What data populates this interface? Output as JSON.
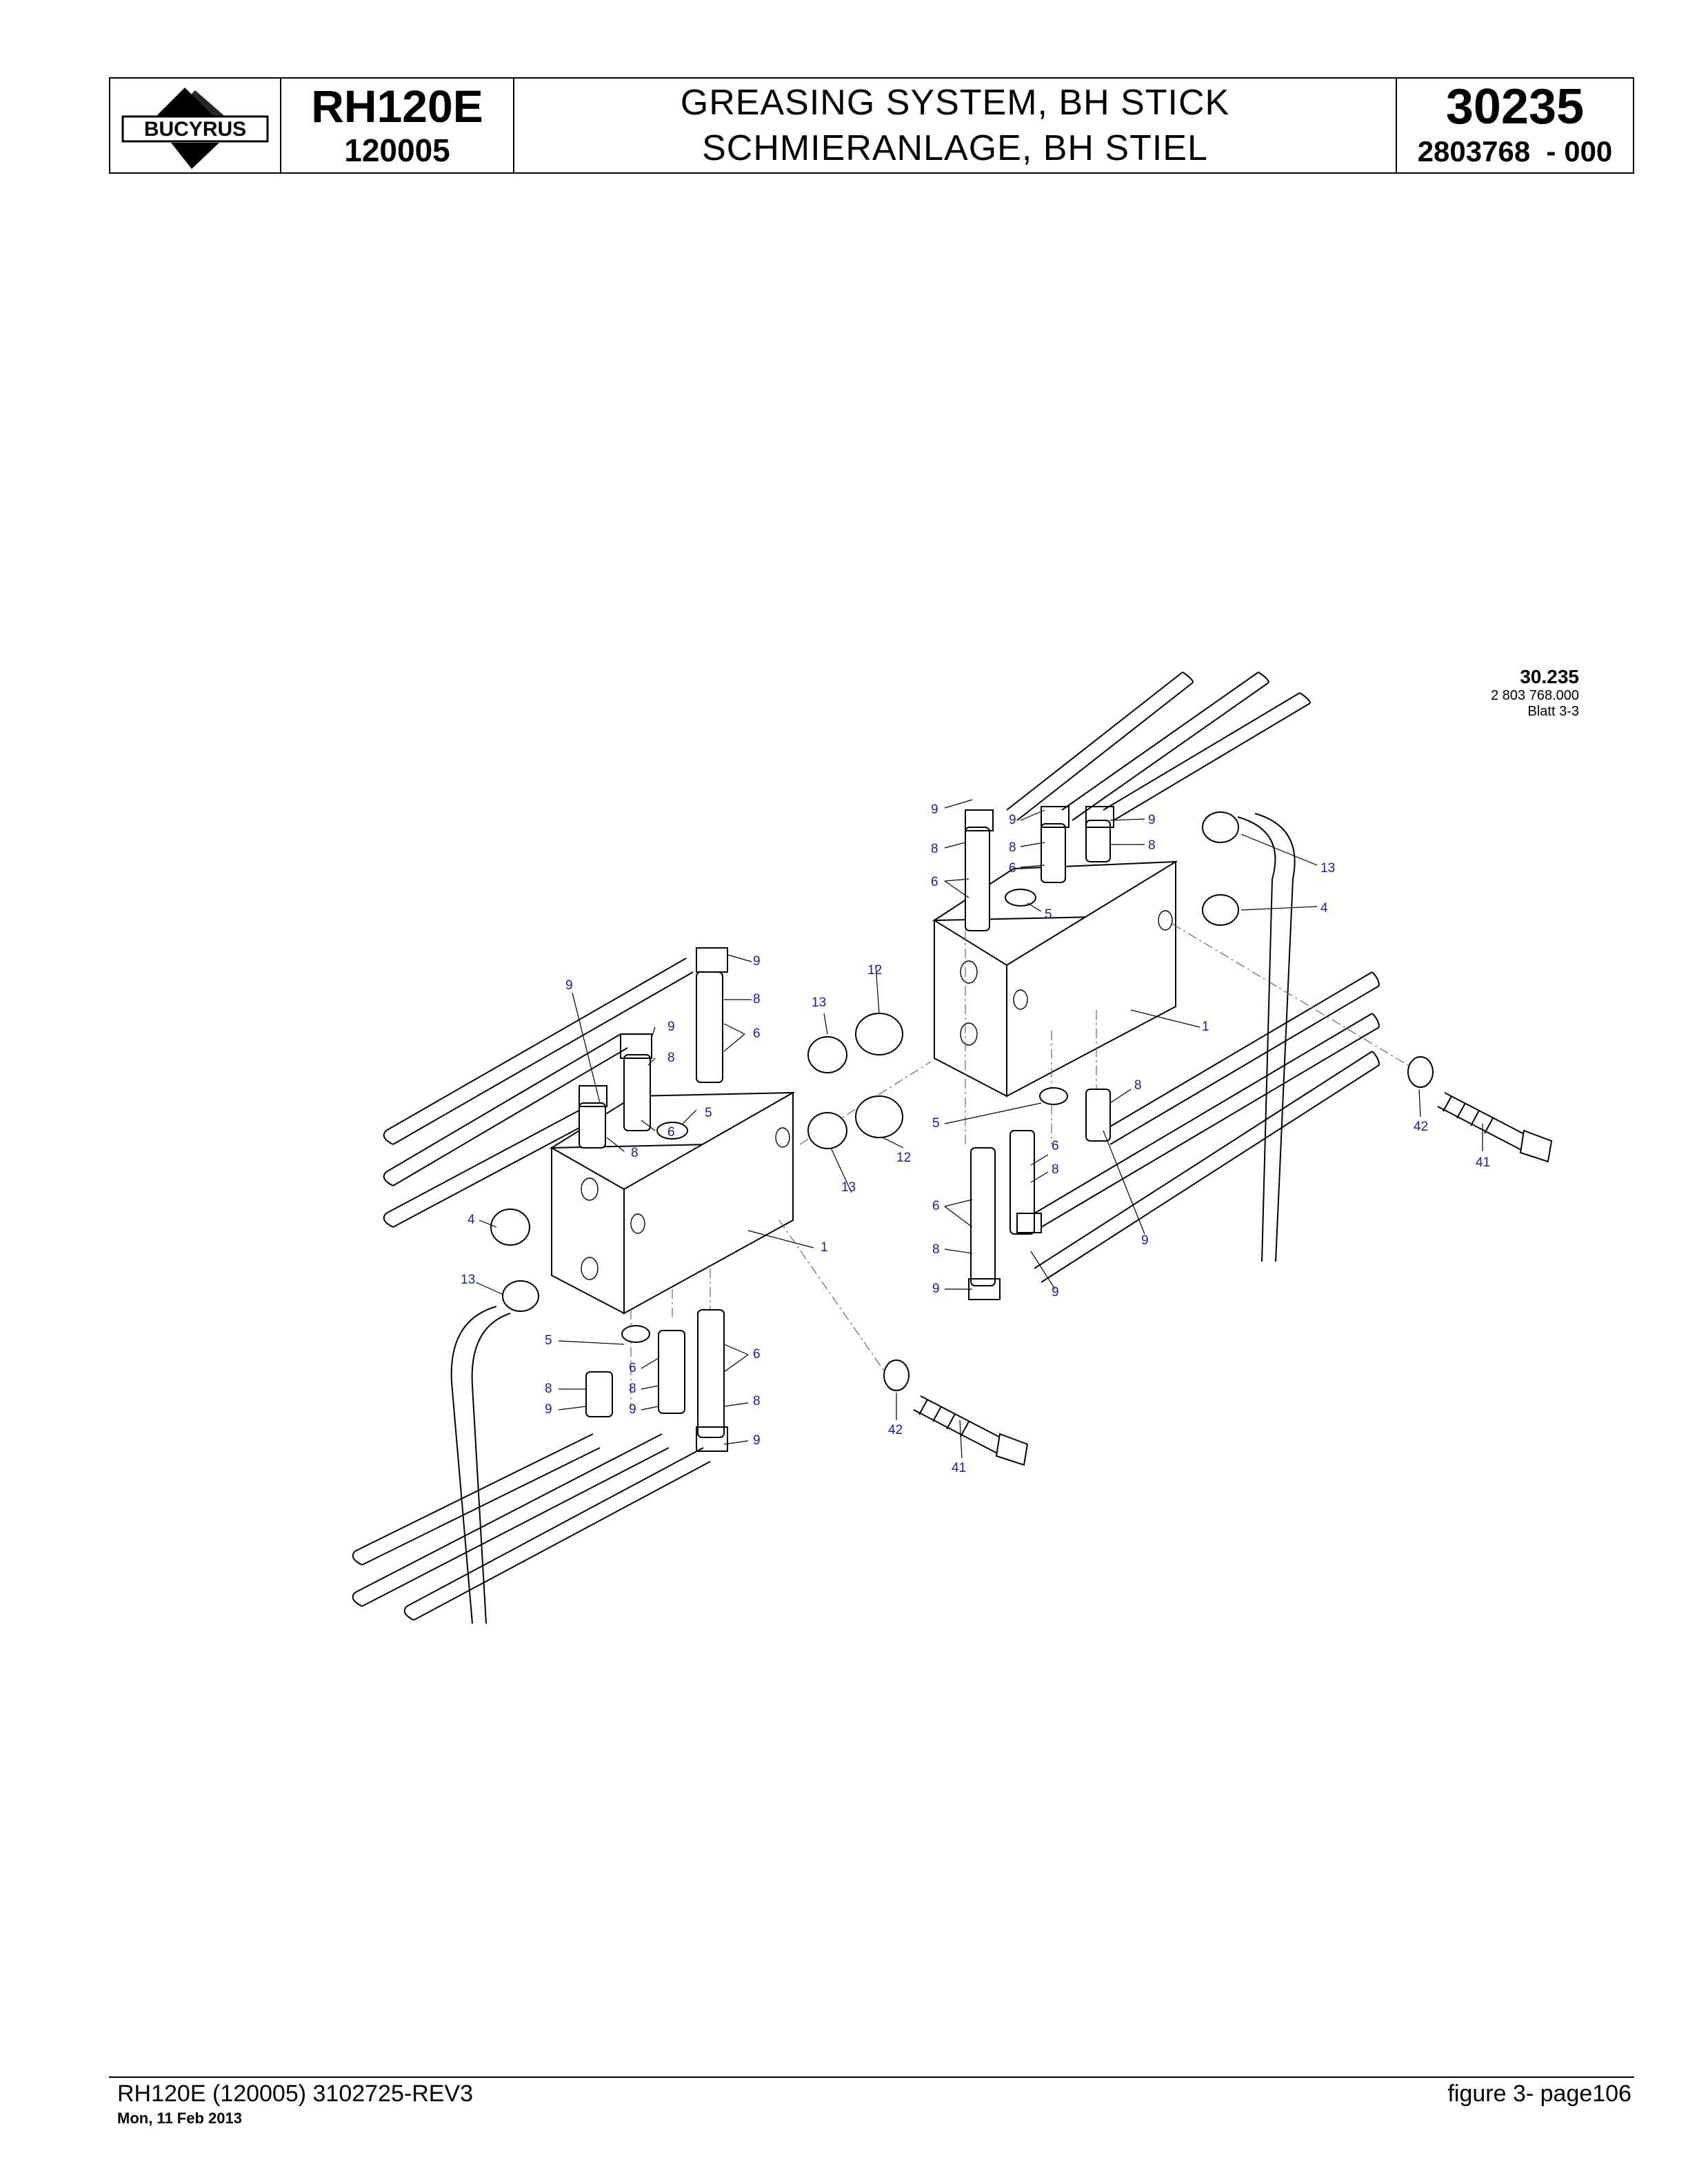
{
  "header": {
    "logo_text": "BUCYRUS",
    "model": "RH120E",
    "serial": "120005",
    "title_en": "GREASING SYSTEM, BH STICK",
    "title_de": "SCHMIERANLAGE, BH STIEL",
    "group_number": "30235",
    "part_number": "2803768  - 000"
  },
  "figure": {
    "id": "30.235",
    "drawing_number": "2 803 768.000",
    "sheet": "Blatt 3-3"
  },
  "callouts": {
    "c1": "1",
    "c4": "4",
    "c5": "5",
    "c6": "6",
    "c8": "8",
    "c9": "9",
    "c12": "12",
    "c13": "13",
    "c41": "41",
    "c42": "42"
  },
  "footer": {
    "left": "RH120E (120005) 3102725-REV3",
    "date": "Mon, 11 Feb 2013",
    "right": "figure  3- page106"
  },
  "colors": {
    "callout": "#1a1aa8",
    "line": "#000000"
  }
}
